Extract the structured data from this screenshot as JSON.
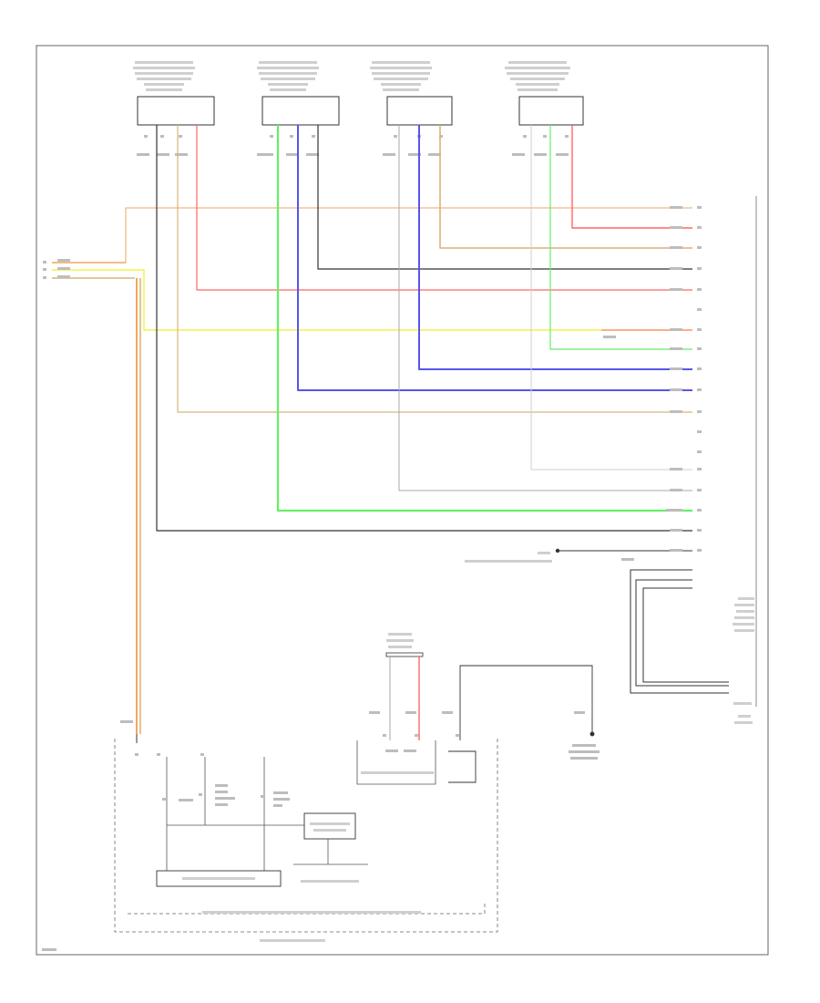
{
  "diagram": {
    "title": "",
    "footer_code": "",
    "colors": {
      "black": "#333333",
      "red": "#ff6666",
      "orange": "#f2a560",
      "tan": "#d9b47a",
      "yellow": "#f2f24a",
      "green": "#66ee66",
      "blue": "#5555ee",
      "gray": "#aaaaaa",
      "line": "#555555"
    },
    "sensors": [
      {
        "id": "s1",
        "pins": [
          "",
          "",
          ""
        ],
        "wire_codes": [
          "",
          "",
          ""
        ]
      },
      {
        "id": "s2",
        "pins": [
          "",
          "",
          ""
        ],
        "wire_codes": [
          "",
          "",
          ""
        ]
      },
      {
        "id": "s3",
        "pins": [
          "",
          "",
          ""
        ],
        "wire_codes": [
          "",
          "",
          ""
        ]
      },
      {
        "id": "s4",
        "pins": [
          "",
          "",
          ""
        ],
        "wire_codes": [
          "",
          "",
          ""
        ]
      }
    ],
    "connector_rows": [
      {
        "color": "orange"
      },
      {
        "color": "red"
      },
      {
        "color": "tan"
      },
      {
        "color": "black"
      },
      {
        "color": "red"
      },
      {
        "color": "none"
      },
      {
        "color": "red"
      },
      {
        "color": "green"
      },
      {
        "color": "blue"
      },
      {
        "color": "blue"
      },
      {
        "color": "tan"
      },
      {
        "color": "none"
      },
      {
        "color": "none"
      },
      {
        "color": "gray"
      },
      {
        "color": "gray"
      },
      {
        "color": "green"
      },
      {
        "color": "black"
      },
      {
        "color": "black"
      }
    ],
    "left_bundle": {
      "colors": [
        "orange",
        "yellow",
        "tan"
      ]
    },
    "modules": {
      "airbag_module": "",
      "ground_pt": "",
      "bottom_controller": "",
      "sub_box_a": "",
      "sub_box_b": "",
      "sub_box_c": "",
      "right_ground": "",
      "right_module": ""
    }
  }
}
